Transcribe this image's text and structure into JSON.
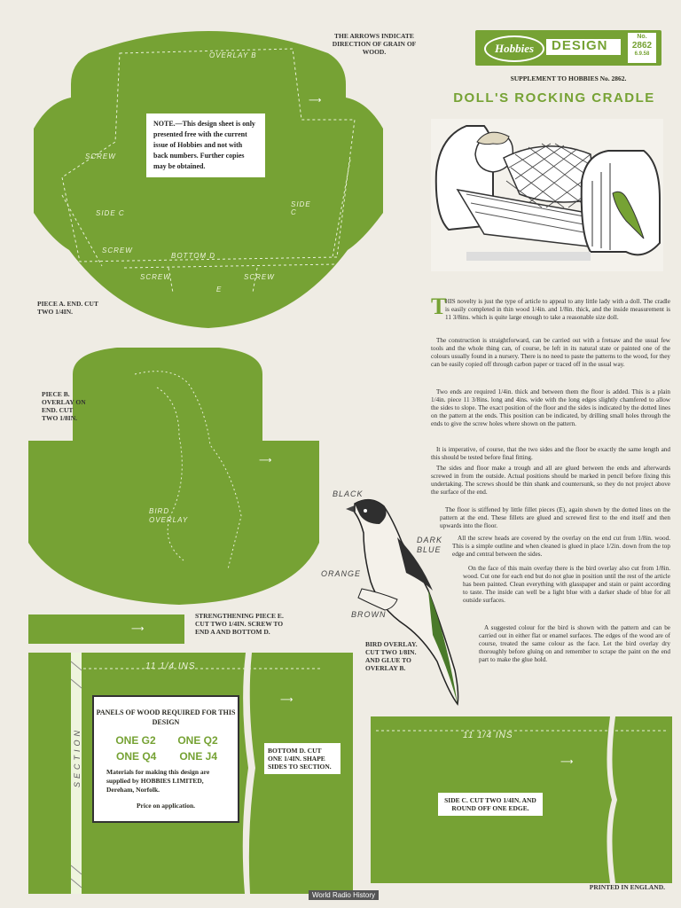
{
  "header": {
    "grain_note": "THE ARROWS INDICATE DIRECTION OF GRAIN OF WOOD.",
    "brand": "Hobbies",
    "design_word": "DESIGN",
    "no_label": "No.",
    "design_number": "2862",
    "date_code": "6.9.58",
    "supplement": "SUPPLEMENT TO HOBBIES No. 2862.",
    "title": "DOLL'S ROCKING CRADLE"
  },
  "piece_a": {
    "label_overlay_b": "OVERLAY B",
    "label_screw_1": "SCREW",
    "label_side_c_left": "SIDE C",
    "label_side_c_right": "SIDE C",
    "label_screw_2": "SCREW",
    "label_bottom_d": "BOTTOM D",
    "label_screw_3": "SCREW",
    "label_screw_4": "SCREW",
    "label_e": "E",
    "note": "NOTE.—This design sheet is only presented free with the current issue of Hobbies and not with back numbers. Further copies may be obtained.",
    "caption": "PIECE A. END. CUT TWO 1/4in."
  },
  "piece_b": {
    "caption": "PIECE B. OVERLAY ON END. CUT TWO 1/8in.",
    "label_bird_overlay": "BIRD OVERLAY"
  },
  "piece_e": {
    "caption": "STRENGTHENING PIECE E. CUT TWO 1/4in. SCREW TO END A AND BOTTOM D."
  },
  "bird": {
    "black": "BLACK",
    "dark_blue": "DARK BLUE",
    "orange": "ORANGE",
    "brown": "BROWN",
    "caption": "BIRD OVERLAY. CUT TWO 1/8in. AND GLUE TO OVERLAY B."
  },
  "panels": {
    "heading": "PANELS OF WOOD REQUIRED FOR THIS DESIGN",
    "row1": [
      "ONE G2",
      "ONE Q2"
    ],
    "row2": [
      "ONE Q4",
      "ONE J4"
    ],
    "supplier": "Materials for making this design are supplied by HOBBIES LIMITED, Dereham, Norfolk.",
    "price": "Price on application.",
    "dimension": "11 1/4 INS",
    "section": "SECTION"
  },
  "bottom_d": {
    "caption": "BOTTOM D. CUT ONE 1/4in. SHAPE SIDES TO SECTION."
  },
  "side_c": {
    "dimension": "11 1/4 INS",
    "caption": "SIDE C. CUT TWO 1/4in. AND ROUND OFF ONE EDGE."
  },
  "article": {
    "drop_cap": "T",
    "paragraphs": [
      "HIS novelty is just the type of article to appeal to any little lady with a doll. The cradle is easily completed in thin wood 1/4in. and 1/8in. thick, and the inside measurement is 11 3/8ins. which is quite large enough to take a reasonable size doll.",
      "The construction is straightforward, can be carried out with a fretsaw and the usual few tools and the whole thing can, of course, be left in its natural state or painted one of the colours usually found in a nursery. There is no need to paste the patterns to the wood, for they can be easily copied off through carbon paper or traced off in the usual way.",
      "Two ends are required 1/4in. thick and between them the floor is added. This is a plain 1/4in. piece 11 3/8ins. long and 4ins. wide with the long edges slightly chamfered to allow the sides to slope. The exact position of the floor and the sides is indicated by the dotted lines on the pattern at the ends. This position can be indicated, by drilling small holes through the ends to give the screw holes where shown on the pattern.",
      "It is imperative, of course, that the two sides and the floor be exactly the same length and this should be tested before final fitting.",
      "The sides and floor make a trough and all are glued between the ends and afterwards screwed in from the outside. Actual positions should be marked in pencil before fixing this undertaking. The screws should be thin shank and countersunk, so they do not project above the surface of the end.",
      "The floor is stiffened by little fillet pieces (E), again shown by the dotted lines on the pattern at the end. These fillets are glued and screwed first to the end itself and then upwards into the floor.",
      "All the screw heads are covered by the overlay on the end cut from 1/8in. wood. This is a simple outline and when cleaned is glued in place 1/2in. down from the top edge and central between the sides.",
      "On the face of this main overlay there is the bird overlay also cut from 1/8in. wood. Cut one for each end but do not glue in position until the rest of the article has been painted. Clean everything with glasspaper and stain or paint according to taste. The inside can well be a light blue with a darker shade of blue for all outside surfaces.",
      "A suggested colour for the bird is shown with the pattern and can be carried out in either flat or enamel surfaces. The edges of the wood are of course, treated the same colour as the face. Let the bird overlay dry thoroughly before gluing on and remember to scrape the paint on the end part to make the glue hold."
    ]
  },
  "footer": {
    "printed": "PRINTED IN ENGLAND.",
    "watermark": "World Radio History"
  },
  "colors": {
    "pattern_green": "#76a234",
    "paper": "#efece4"
  }
}
